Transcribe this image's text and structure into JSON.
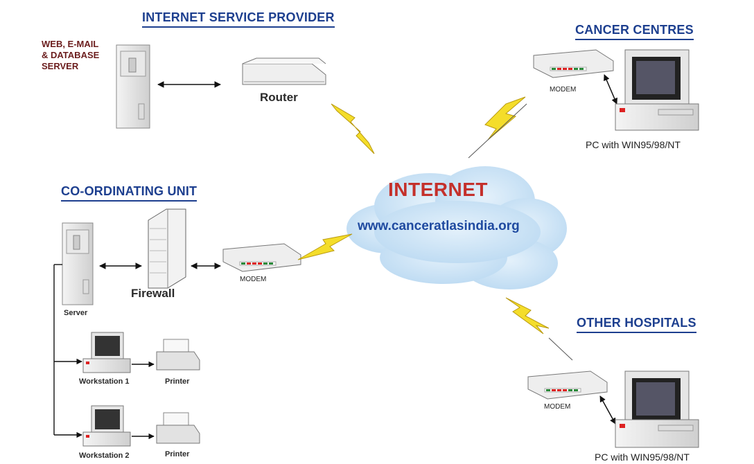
{
  "sections": {
    "isp": "INTERNET SERVICE PROVIDER",
    "cancer_centres": "CANCER CENTRES",
    "coordinating_unit": "CO-ORDINATING UNIT",
    "other_hospitals": "OTHER HOSPITALS"
  },
  "internet": {
    "title": "INTERNET",
    "url": "www.canceratlasindia.org"
  },
  "isp_server_label": [
    "WEB, E-MAIL",
    "& DATABASE",
    "SERVER"
  ],
  "labels": {
    "router": "Router",
    "firewall": "Firewall",
    "server": "Server",
    "modem_unit": "MODEM",
    "modem_cancer": "MODEM",
    "modem_hospital": "MODEM",
    "workstation1": "Workstation 1",
    "workstation2": "Workstation 2",
    "printer1": "Printer",
    "printer2": "Printer",
    "pc_cancer": "PC with WIN95/98/NT",
    "pc_hospital": "PC with WIN95/98/NT"
  },
  "colors": {
    "heading": "#1d3f8f",
    "internet_title": "#c4302b",
    "url": "#1f4aa0",
    "server_label": "#6b1d1d",
    "cloud": "#cfe5f7",
    "lightning": "#f4dd2a"
  }
}
